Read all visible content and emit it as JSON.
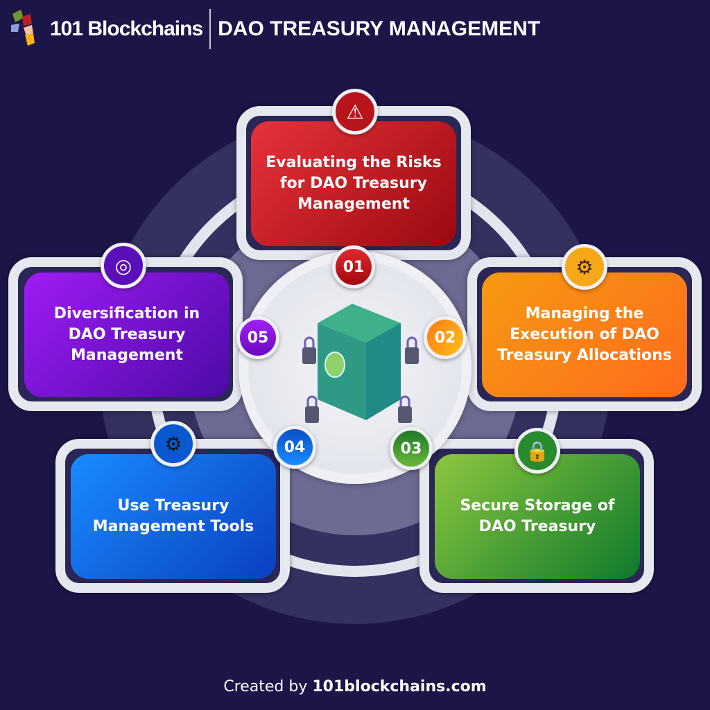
{
  "header": {
    "brand": "101 Blockchains",
    "title": "DAO TREASURY MANAGEMENT"
  },
  "steps": [
    {
      "number": "01",
      "text": "Evaluating the Risks for DAO Treasury Management",
      "icon": "warning-hand-icon",
      "color": "#c8161e"
    },
    {
      "number": "02",
      "text": "Managing the Execution of DAO Treasury Allocations",
      "icon": "gear-cycle-icon",
      "color": "#f57c1a"
    },
    {
      "number": "03",
      "text": "Secure Storage of DAO Treasury",
      "icon": "server-lock-icon",
      "color": "#3c9a2e"
    },
    {
      "number": "04",
      "text": "Use Treasury Management Tools",
      "icon": "tools-gear-icon",
      "color": "#0a63d8"
    },
    {
      "number": "05",
      "text": "Diversification in DAO Treasury Management",
      "icon": "diversification-icon",
      "color": "#7a14d4"
    }
  ],
  "footer": {
    "prefix": "Created by ",
    "site": "101blockchains.com"
  }
}
